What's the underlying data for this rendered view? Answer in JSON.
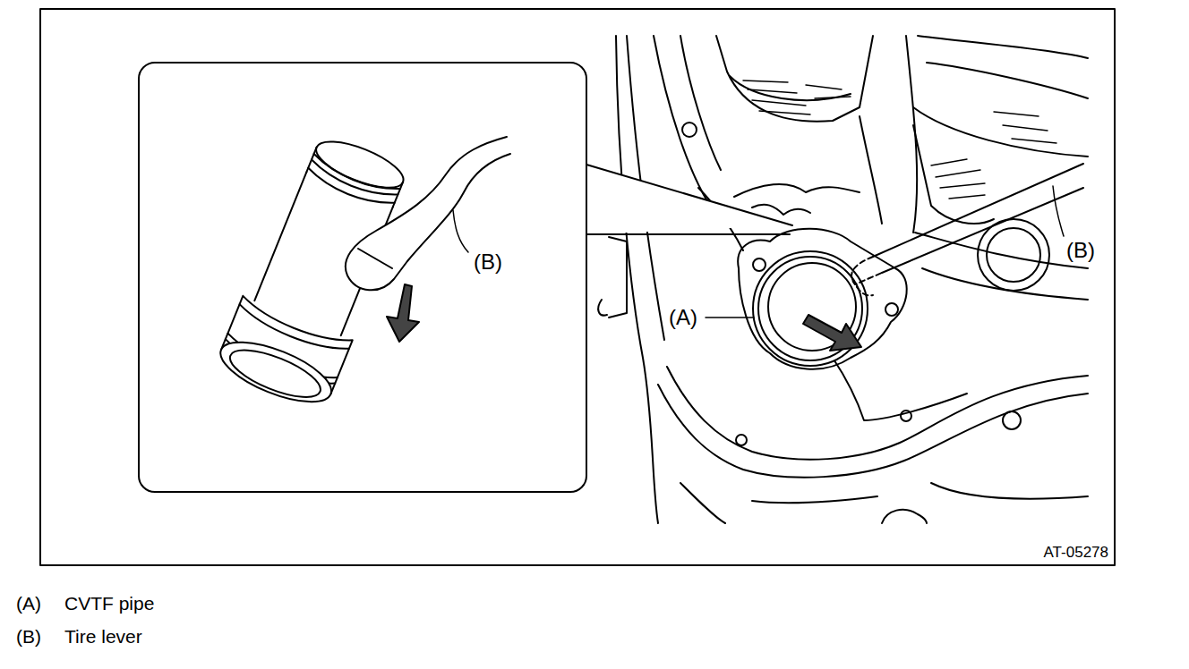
{
  "diagram": {
    "labels": [
      "(B)",
      "(A)",
      "(B)",
      "AT-05278",
      "(A)",
      "CVTF pipe",
      "(B)",
      "Tire lever"
    ]
  }
}
